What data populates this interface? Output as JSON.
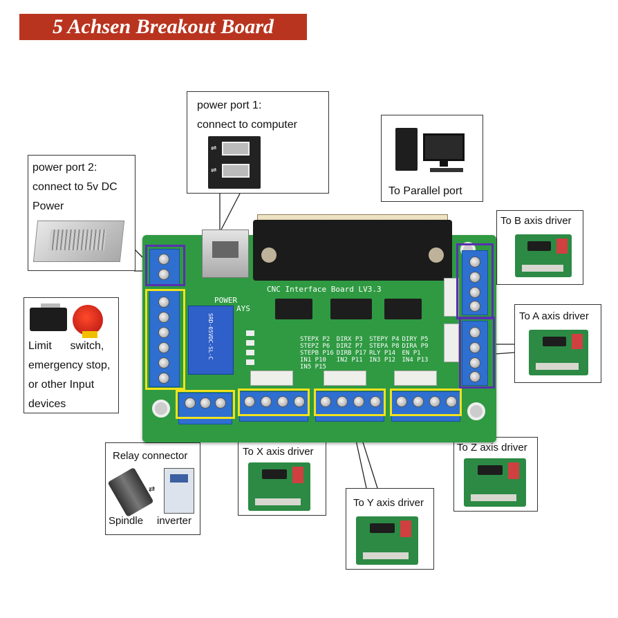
{
  "title": "5 Achsen Breakout Board",
  "board_label": "CNC Interface Board LV3.3",
  "callouts": {
    "power_port_1": [
      "power port 1:",
      "connect to computer"
    ],
    "parallel_port": "To Parallel port",
    "power_port_2": [
      "power port 2:",
      "connect to 5v DC",
      "Power"
    ],
    "b_axis": "To B axis driver",
    "a_axis": "To A axis driver",
    "limit_switch": [
      "Limit      switch,",
      "emergency stop,",
      "or other Input",
      "devices"
    ],
    "relay": "Relay connector",
    "spindle": "Spindle",
    "inverter": "inverter",
    "x_axis": "To X axis driver",
    "y_axis": "To Y axis driver",
    "z_axis": "To Z axis driver"
  },
  "silkscreen": {
    "power": "POWER",
    "ays": "AYS",
    "pins": [
      "STEPX P2",
      "DIRX P3",
      "STEPY P4",
      "DIRY P5",
      "STEPZ P6",
      "DIRZ P7",
      "STEPA P8",
      "DIRA P9",
      "STEPB P16",
      "DIRB P17",
      "RLY P14",
      "EN P1",
      "IN1 P10",
      "IN2 P11",
      "IN3 P12",
      "IN4 P13",
      "IN5 P15"
    ],
    "relay_text": "SRD-05VDC-SL-C"
  },
  "colors": {
    "title_bg": "#b9341f",
    "board": "#2f9a42",
    "terminal": "#2e6fd0",
    "highlight_yellow": "#f2e21c",
    "highlight_purple": "#5a2fb0"
  }
}
